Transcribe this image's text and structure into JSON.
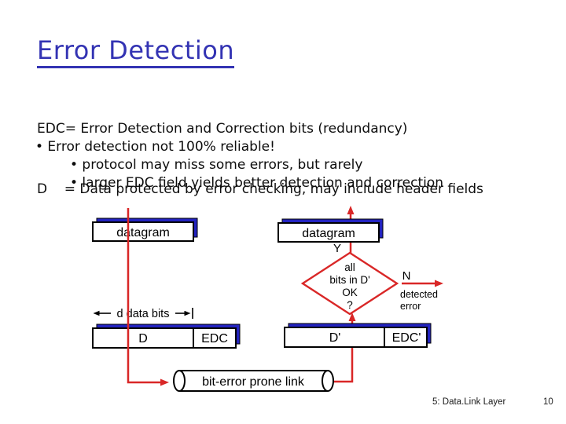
{
  "slide": {
    "title": "Error Detection",
    "definitions": [
      "EDC= Error Detection and Correction bits (redundancy)",
      "D    = Data protected by error checking, may include header fields"
    ],
    "bullets": {
      "main": "• Error detection not 100% reliable!",
      "sub1": "• protocol may miss some errors, but rarely",
      "sub2": "• larger EDC field yields better detection and correction"
    },
    "footer": {
      "section": "5: Data.Link Layer",
      "page": "10"
    }
  },
  "diagram": {
    "sender": {
      "datagram_label": "datagram",
      "width_label": "d data bits",
      "d_label": "D",
      "edc_label": "EDC"
    },
    "receiver": {
      "datagram_label": "datagram",
      "yes_label": "Y",
      "no_label": "N",
      "decision": [
        "all",
        "bits in D'",
        "OK",
        "?"
      ],
      "d_label": "D'",
      "edc_label": "EDC'",
      "outcome_line1": "detected",
      "outcome_line2": "error"
    },
    "link_label": "bit-error prone link",
    "colors": {
      "title_blue": "#3333b3",
      "flow_red": "#d92727",
      "box_shadow_blue": "#2323c0",
      "text_black": "#000000",
      "background": "#ffffff"
    }
  }
}
